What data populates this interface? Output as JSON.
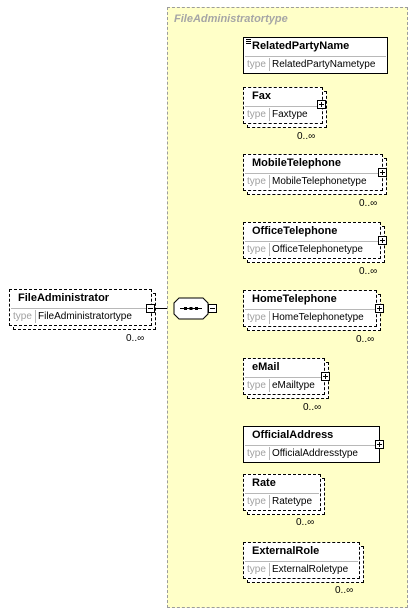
{
  "root": {
    "name": "FileAdministrator",
    "type_label": "type",
    "type_value": "FileAdministratortype",
    "cardinality": "0..∞"
  },
  "complex_type": {
    "title": "FileAdministratortype"
  },
  "children": [
    {
      "name": "RelatedPartyName",
      "type_label": "type",
      "type_value": "RelatedPartyNametype",
      "cardinality": ""
    },
    {
      "name": "Fax",
      "type_label": "type",
      "type_value": "Faxtype",
      "cardinality": "0..∞"
    },
    {
      "name": "MobileTelephone",
      "type_label": "type",
      "type_value": "MobileTelephonetype",
      "cardinality": "0..∞"
    },
    {
      "name": "OfficeTelephone",
      "type_label": "type",
      "type_value": "OfficeTelephonetype",
      "cardinality": "0..∞"
    },
    {
      "name": "HomeTelephone",
      "type_label": "type",
      "type_value": "HomeTelephonetype",
      "cardinality": "0..∞"
    },
    {
      "name": "eMail",
      "type_label": "type",
      "type_value": "eMailtype",
      "cardinality": "0..∞"
    },
    {
      "name": "OfficialAddress",
      "type_label": "type",
      "type_value": "OfficialAddresstype",
      "cardinality": ""
    },
    {
      "name": "Rate",
      "type_label": "type",
      "type_value": "Ratetype",
      "cardinality": "0..∞"
    },
    {
      "name": "ExternalRole",
      "type_label": "type",
      "type_value": "ExternalRoletype",
      "cardinality": "0..∞"
    }
  ]
}
